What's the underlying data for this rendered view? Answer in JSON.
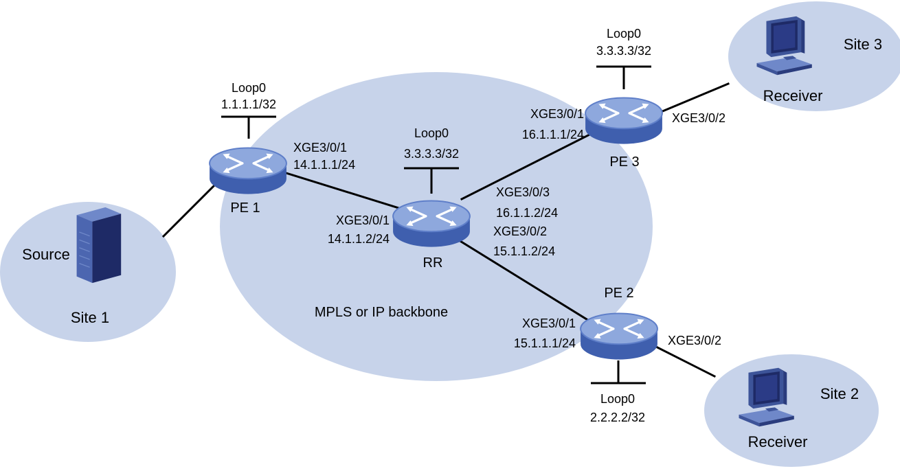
{
  "colors": {
    "region_fill": "#c7d3ea",
    "router_body": "#5f7fc9",
    "router_top": "#8ea8dd",
    "router_dark": "#3a5aa3",
    "link": "#000000"
  },
  "backbone": {
    "label": "MPLS or IP backbone"
  },
  "sites": {
    "site1": {
      "name": "Site 1",
      "host_label": "Source",
      "host_icon": "server-icon"
    },
    "site2": {
      "name": "Site 2",
      "host_label": "Receiver",
      "host_icon": "pc-icon"
    },
    "site3": {
      "name": "Site 3",
      "host_label": "Receiver",
      "host_icon": "pc-icon"
    }
  },
  "routers": {
    "pe1": {
      "name": "PE 1",
      "loopback": {
        "name": "Loop0",
        "addr": "1.1.1.1/32"
      },
      "if_to_rr": {
        "name": "XGE3/0/1",
        "addr": "14.1.1.1/24"
      }
    },
    "rr": {
      "name": "RR",
      "loopback": {
        "name": "Loop0",
        "addr": "3.3.3.3/32"
      },
      "if_to_pe1": {
        "name": "XGE3/0/1",
        "addr": "14.1.1.2/24"
      },
      "if_to_pe3": {
        "name": "XGE3/0/3",
        "addr": "16.1.1.2/24"
      },
      "if_to_pe2": {
        "name": "XGE3/0/2",
        "addr": "15.1.1.2/24"
      }
    },
    "pe3": {
      "name": "PE 3",
      "loopback": {
        "name": "Loop0",
        "addr": "3.3.3.3/32"
      },
      "if_to_rr": {
        "name": "XGE3/0/1",
        "addr": "16.1.1.1/24"
      },
      "if_to_site": {
        "name": "XGE3/0/2"
      }
    },
    "pe2": {
      "name": "PE 2",
      "loopback": {
        "name": "Loop0",
        "addr": "2.2.2.2/32"
      },
      "if_to_rr": {
        "name": "XGE3/0/1",
        "addr": "15.1.1.1/24"
      },
      "if_to_site": {
        "name": "XGE3/0/2"
      }
    }
  }
}
